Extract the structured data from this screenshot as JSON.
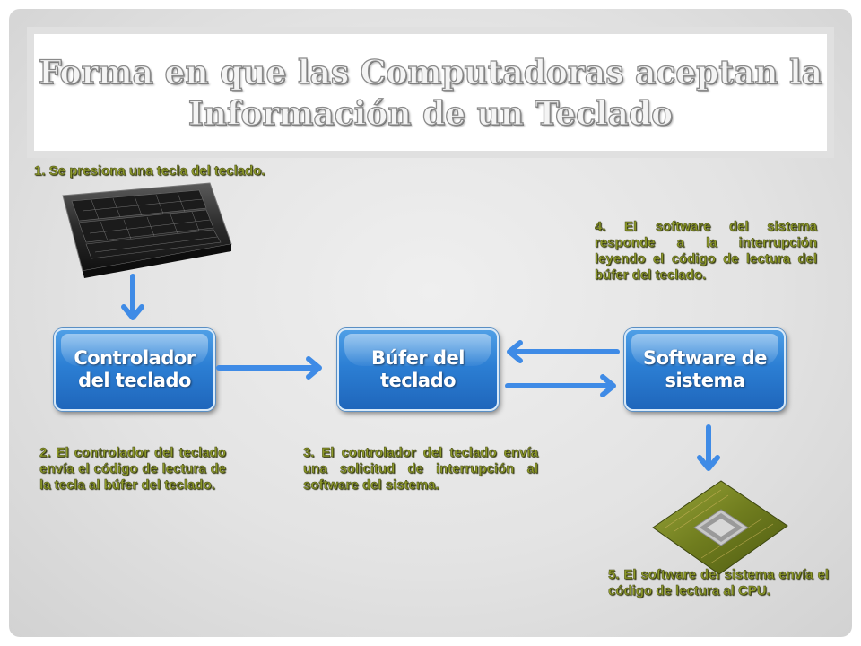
{
  "title": "Forma en que las Computadoras aceptan la Información de un Teclado",
  "steps": {
    "step1": "1. Se presiona una tecla del teclado.",
    "step2": "2. El controlador del teclado envía el código de lectura de la tecla al búfer del teclado.",
    "step3": "3. El controlador del teclado envía una solicitud de interrupción al software del sistema.",
    "step4": "4. El software del sistema responde a la interrupción leyendo el código de lectura del búfer del teclado.",
    "step5": "5. El software del sistema envía el código de lectura al CPU."
  },
  "nodes": {
    "controller": "Controlador del teclado",
    "buffer": "Búfer del teclado",
    "software": "Software de sistema"
  },
  "images": {
    "keyboard": "keyboard-icon",
    "cpu": "cpu-chip-icon"
  },
  "colors": {
    "node_fill": "#2c7fd4",
    "arrow": "#3f8be6",
    "step_text": "#8e9a2a"
  }
}
